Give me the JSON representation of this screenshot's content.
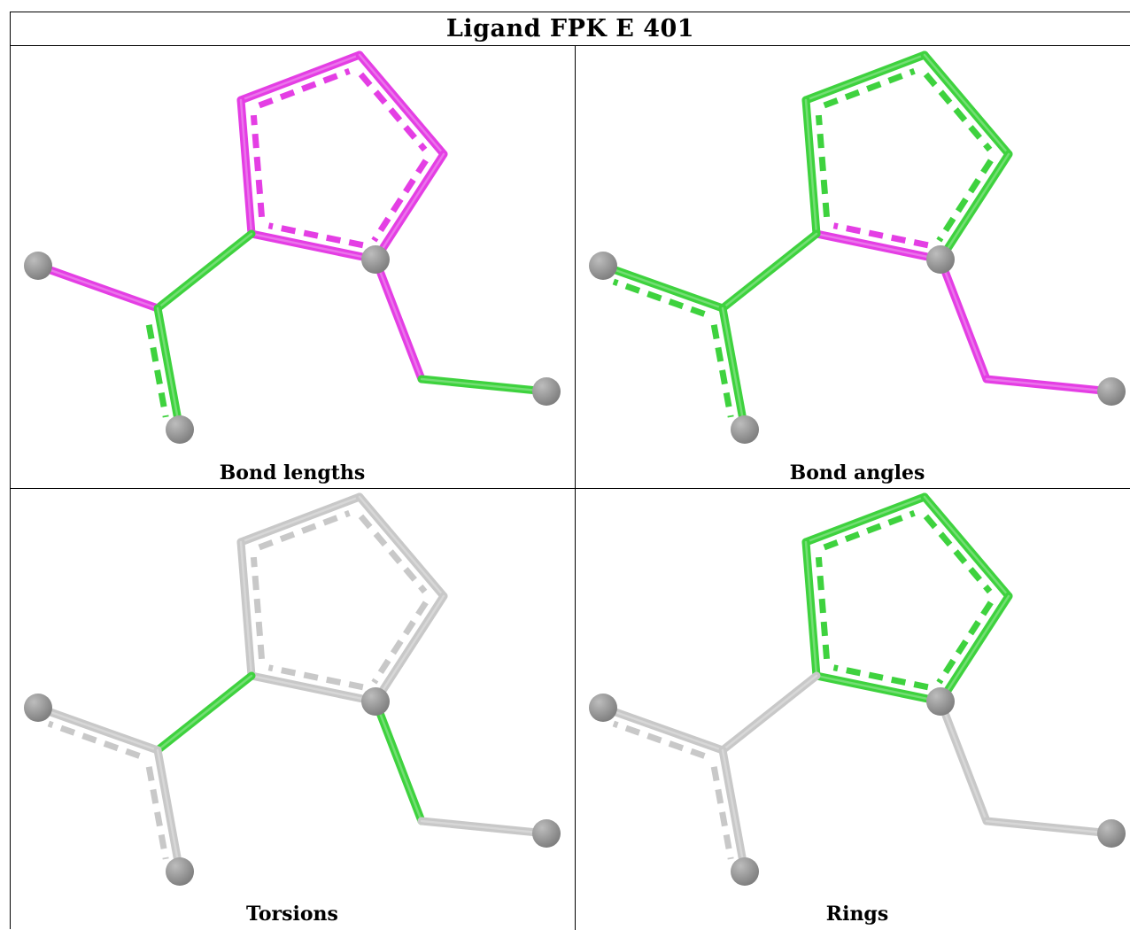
{
  "table": {
    "title": "Ligand FPK E 401"
  },
  "panels": [
    {
      "caption": "Bond lengths",
      "bonds": [
        "magenta",
        "magenta",
        "magenta",
        "magenta",
        "magenta",
        "green",
        "magenta",
        "green",
        "magenta",
        "green"
      ],
      "aromatic": [
        true,
        true,
        true,
        true,
        true,
        false,
        false,
        true,
        false,
        false
      ]
    },
    {
      "caption": "Bond angles",
      "bonds": [
        "green",
        "green",
        "green",
        "magenta",
        "green",
        "green",
        "green",
        "green",
        "magenta",
        "magenta"
      ],
      "aromatic": [
        true,
        true,
        true,
        true,
        true,
        false,
        true,
        true,
        false,
        false
      ]
    },
    {
      "caption": "Torsions",
      "bonds": [
        "grey",
        "grey",
        "grey",
        "grey",
        "grey",
        "green",
        "grey",
        "grey",
        "green",
        "grey"
      ],
      "aromatic": [
        true,
        true,
        true,
        true,
        true,
        false,
        true,
        true,
        false,
        false
      ]
    },
    {
      "caption": "Rings",
      "bonds": [
        "green",
        "green",
        "green",
        "green",
        "green",
        "grey",
        "grey",
        "grey",
        "grey",
        "grey"
      ],
      "aromatic": [
        true,
        true,
        true,
        true,
        true,
        false,
        true,
        true,
        false,
        false
      ]
    }
  ],
  "colors": {
    "magenta": "#e43ee4",
    "green": "#3ed23e",
    "grey": "#c8c8c8",
    "atom": "#808080"
  }
}
